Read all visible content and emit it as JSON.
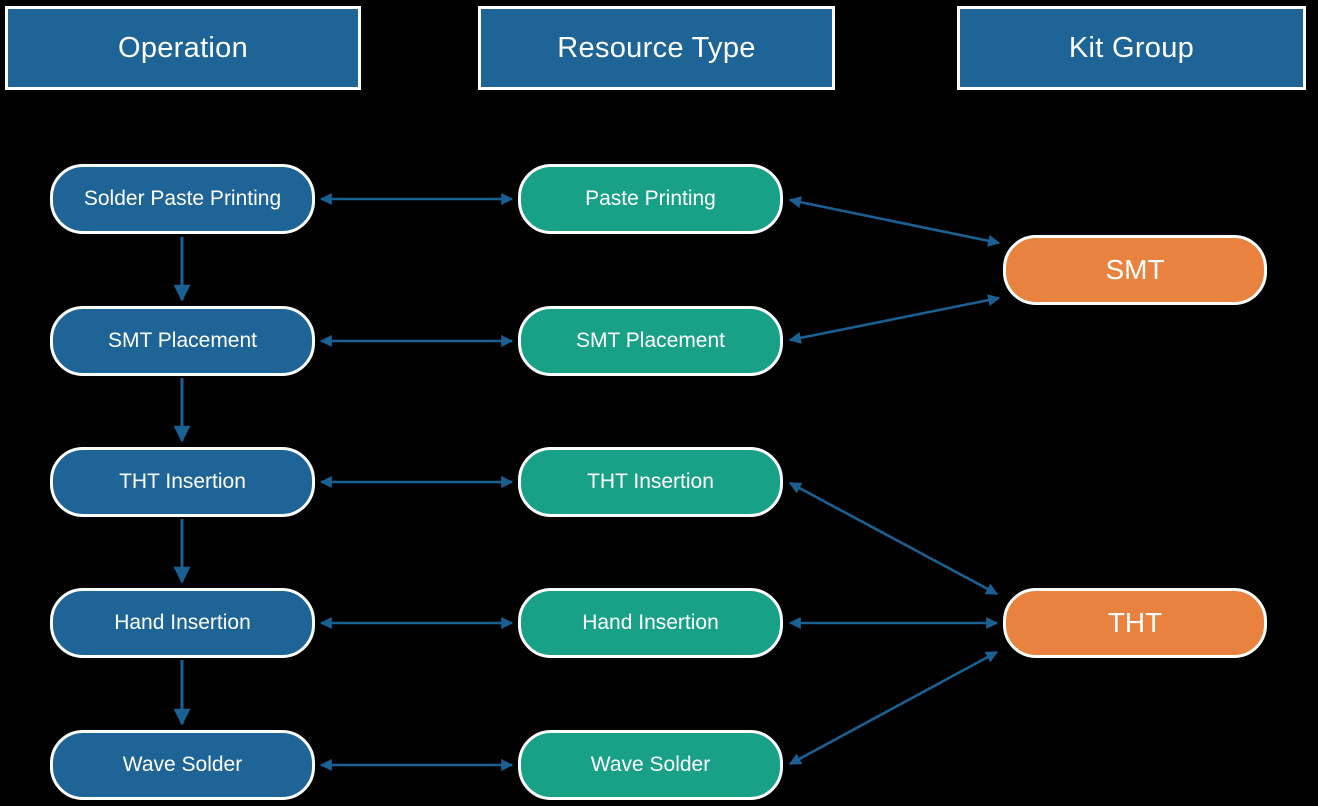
{
  "headers": {
    "operation": "Operation",
    "resource_type": "Resource Type",
    "kit_group": "Kit Group"
  },
  "operations": [
    "Solder Paste Printing",
    "SMT Placement",
    "THT Insertion",
    "Hand Insertion",
    "Wave Solder"
  ],
  "resource_types": [
    "Paste Printing",
    "SMT Placement",
    "THT Insertion",
    "Hand Insertion",
    "Wave Solder"
  ],
  "kit_groups": [
    "SMT",
    "THT"
  ],
  "colors": {
    "background": "#000000",
    "header_fill": "#1E6496",
    "operation_fill": "#1E6496",
    "resource_fill": "#19A187",
    "kit_fill": "#E8823E",
    "arrow": "#1A6093",
    "border": "#FFFFFF",
    "text": "#FFFFFF"
  },
  "connections": {
    "operation_sequence": [
      [
        "Solder Paste Printing",
        "SMT Placement"
      ],
      [
        "SMT Placement",
        "THT Insertion"
      ],
      [
        "THT Insertion",
        "Hand Insertion"
      ],
      [
        "Hand Insertion",
        "Wave Solder"
      ]
    ],
    "operation_resource_bidirectional": [
      [
        "Solder Paste Printing",
        "Paste Printing"
      ],
      [
        "SMT Placement",
        "SMT Placement"
      ],
      [
        "THT Insertion",
        "THT Insertion"
      ],
      [
        "Hand Insertion",
        "Hand Insertion"
      ],
      [
        "Wave Solder",
        "Wave Solder"
      ]
    ],
    "resource_kit_bidirectional": [
      [
        "Paste Printing",
        "SMT"
      ],
      [
        "SMT Placement",
        "SMT"
      ],
      [
        "THT Insertion",
        "THT"
      ],
      [
        "Hand Insertion",
        "THT"
      ],
      [
        "Wave Solder",
        "THT"
      ]
    ]
  }
}
